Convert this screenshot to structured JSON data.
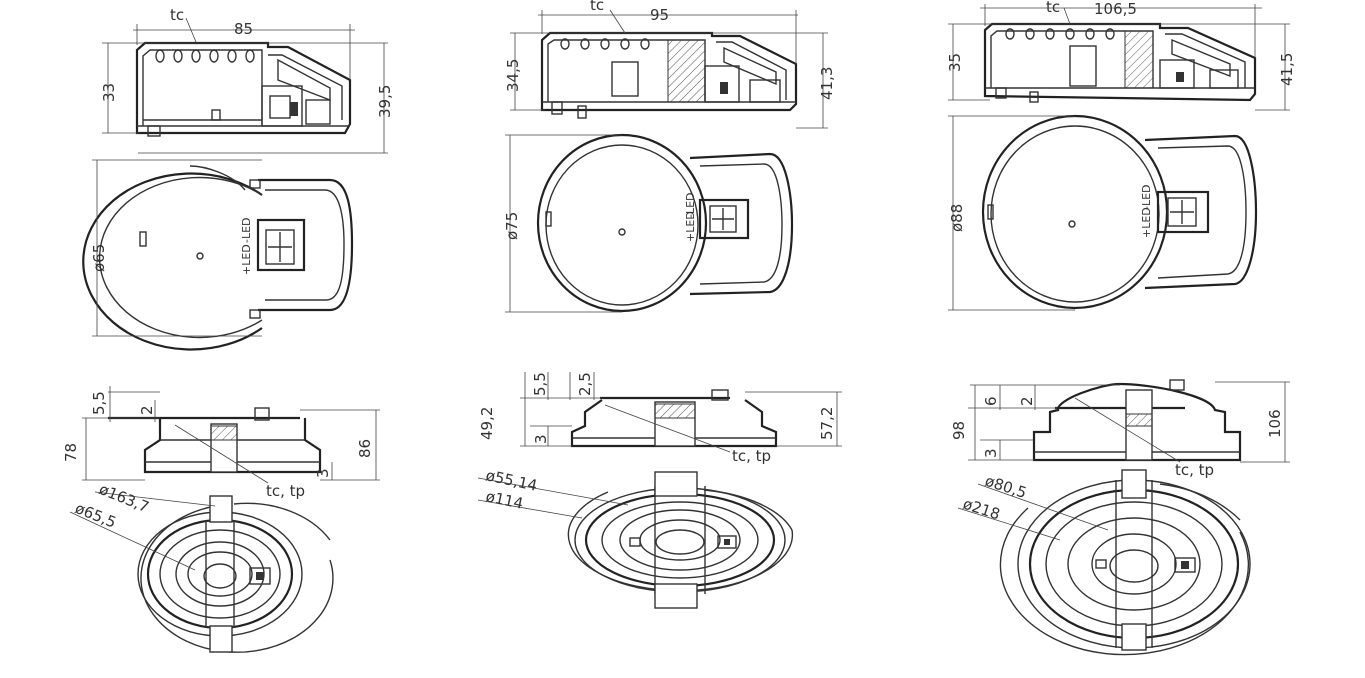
{
  "drawings": [
    {
      "side": {
        "tc": "tc",
        "width": "85",
        "height": "33",
        "height_total": "39,5"
      },
      "top": {
        "diameter": "ø65",
        "led_plus": "+LED",
        "led_minus": "-LED"
      },
      "lamp": {
        "d1": "5,5",
        "d2": "2",
        "d3": "3",
        "height": "78",
        "height_total": "86",
        "tc_tp": "tc, tp"
      },
      "ring": {
        "outer": "ø163,7",
        "inner": "ø65,5"
      }
    },
    {
      "side": {
        "tc": "tc",
        "width": "95",
        "height": "34,5",
        "height_total": "41,3"
      },
      "top": {
        "diameter": "ø75",
        "led_plus": "+LED",
        "led_minus": "-LED"
      },
      "lamp": {
        "d1": "5,5",
        "d2": "2,5",
        "d3": "3",
        "height": "49,2",
        "height_total": "57,2",
        "tc_tp": "tc, tp"
      },
      "ring": {
        "outer": "ø114",
        "inner": "ø55,14"
      }
    },
    {
      "side": {
        "tc": "tc",
        "width": "106,5",
        "height": "35",
        "height_total": "41,5"
      },
      "top": {
        "diameter": "ø88",
        "led_plus": "+LED",
        "led_minus": "-LED"
      },
      "lamp": {
        "d1": "6",
        "d2": "2",
        "d3": "3",
        "height": "98",
        "height_total": "106",
        "tc_tp": "tc, tp"
      },
      "ring": {
        "outer": "ø218",
        "inner": "ø80,5"
      }
    }
  ]
}
